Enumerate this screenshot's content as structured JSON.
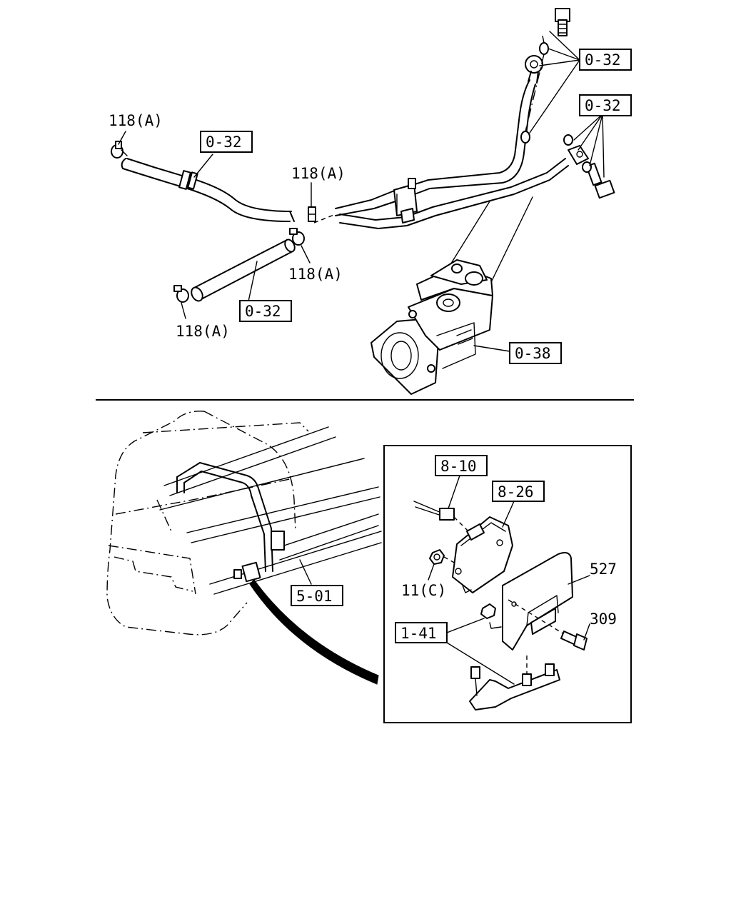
{
  "callouts": {
    "ref_032_a": "0-32",
    "ref_032_b": "0-32",
    "ref_032_c": "0-32",
    "ref_032_d": "0-32",
    "ref_038": "0-38",
    "ref_118a_1": "118(A)",
    "ref_118a_2": "118(A)",
    "ref_118a_3": "118(A)",
    "ref_118a_4": "118(A)",
    "ref_810": "8-10",
    "ref_826": "8-26",
    "ref_527": "527",
    "ref_309": "309",
    "ref_11c": "11(C)",
    "ref_141": "1-41",
    "ref_501": "5-01"
  }
}
